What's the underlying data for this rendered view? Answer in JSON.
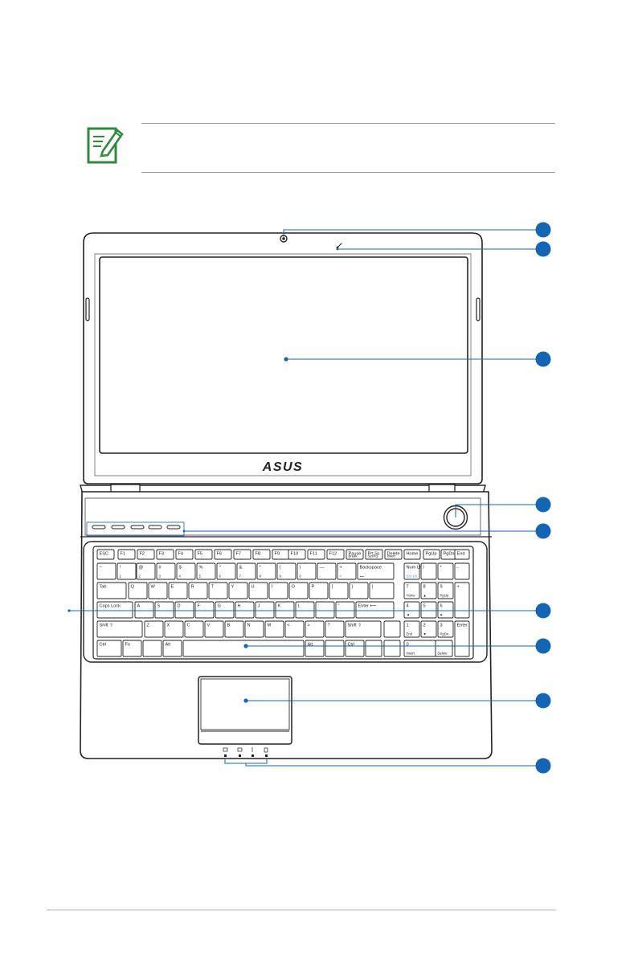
{
  "colors": {
    "callout": "#1565b5",
    "note_icon": "#2e8b3a",
    "fn_label": "#2f9ad8",
    "outline": "#222222"
  },
  "icons": {
    "note": "note-pencil-icon"
  },
  "screen": {
    "logo": "ASUS"
  },
  "keyboard": {
    "function_row": [
      {
        "main": "ESC"
      },
      {
        "main": "F1"
      },
      {
        "main": "F2"
      },
      {
        "main": "F3"
      },
      {
        "main": "F4"
      },
      {
        "main": "F5"
      },
      {
        "main": "F6"
      },
      {
        "main": "F7"
      },
      {
        "main": "F8"
      },
      {
        "main": "F9"
      },
      {
        "main": "F10"
      },
      {
        "main": "F11"
      },
      {
        "main": "F12"
      },
      {
        "main": "Pause",
        "sub": "Break"
      },
      {
        "main": "Prt Sc",
        "sub": "SysRq"
      },
      {
        "main": "Delete",
        "sub": "Insert"
      },
      {
        "main": "Home"
      },
      {
        "main": "PgUp"
      },
      {
        "main": "PgDn"
      },
      {
        "main": "End"
      }
    ],
    "number_row": [
      {
        "top": "~",
        "bottom": "`"
      },
      {
        "top": "!",
        "bottom": "1"
      },
      {
        "top": "@",
        "bottom": "2"
      },
      {
        "top": "#",
        "bottom": "3"
      },
      {
        "top": "$",
        "bottom": "4"
      },
      {
        "top": "%",
        "bottom": "5"
      },
      {
        "top": "^",
        "bottom": "6"
      },
      {
        "top": "&",
        "bottom": "7"
      },
      {
        "top": "*",
        "bottom": "8"
      },
      {
        "top": "(",
        "bottom": "9"
      },
      {
        "top": ")",
        "bottom": "0"
      },
      {
        "top": "—",
        "bottom": "-"
      },
      {
        "top": "+",
        "bottom": "="
      },
      {
        "top": "Backspace",
        "bottom": "⟵"
      }
    ],
    "numpad_row2": [
      {
        "main": "Num LK",
        "sub": "Scr LK"
      },
      {
        "main": "/"
      },
      {
        "main": "*"
      },
      {
        "main": "-"
      }
    ],
    "qwerty_row": [
      "Tab",
      "Q",
      "W",
      "E",
      "R",
      "T",
      "Y",
      "U",
      "I",
      "O",
      "P",
      "{",
      "}",
      "|"
    ],
    "numpad_row3": [
      {
        "main": "7",
        "sub": "Home"
      },
      {
        "main": "8",
        "sub": "▲"
      },
      {
        "main": "9",
        "sub": "PgUp"
      },
      {
        "main": "+"
      }
    ],
    "home_row": [
      "Caps Lock",
      "A",
      "S",
      "D",
      "F",
      "G",
      "H",
      "J",
      "K",
      "L",
      ":",
      "\"",
      "Enter ⟵"
    ],
    "numpad_row4": [
      {
        "main": "4",
        "sub": "◄"
      },
      {
        "main": "5"
      },
      {
        "main": "6",
        "sub": "►"
      }
    ],
    "shift_row": [
      "Shift ⇧",
      "Z",
      "X",
      "C",
      "V",
      "B",
      "N",
      "M",
      "<",
      ">",
      "?",
      "Shift ⇧"
    ],
    "numpad_row5": [
      {
        "main": "1",
        "sub": "End"
      },
      {
        "main": "2",
        "sub": "▼"
      },
      {
        "main": "3",
        "sub": "PgDn"
      },
      {
        "main": "Enter"
      }
    ],
    "bottom_row": [
      "Ctrl",
      "Fn",
      "",
      "Alt",
      "",
      "Alt",
      "",
      "Ctrl"
    ],
    "numpad_row6": [
      {
        "main": "0",
        "sub": "Insert"
      },
      {
        "main": ".",
        "sub": "Delete"
      }
    ]
  }
}
